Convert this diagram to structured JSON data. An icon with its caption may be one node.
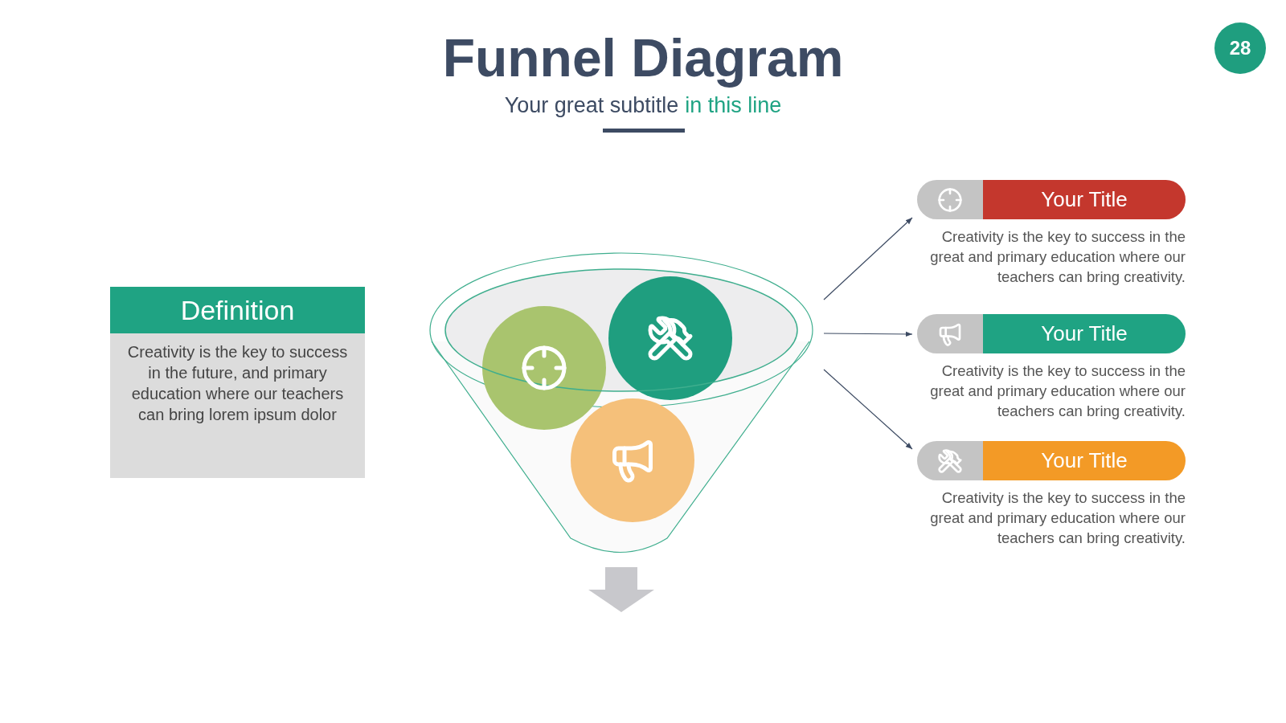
{
  "diagram": {
    "title": "Funnel Diagram",
    "nodes": [
      {
        "text": [
          "Definition",
          "Creativity is the key to success in the future, and primary education where our teachers can bring lorem ipsum dolor"
        ]
      },
      {
        "text": [],
        "shape": "funnel"
      },
      {
        "text": [
          "Your Title",
          "Creativity is the key to success in the great and primary education where our teachers can bring creativity."
        ]
      },
      {
        "text": [
          "Your Title",
          "Creativity is the key to success in the great and primary education where our teachers can bring creativity."
        ]
      },
      {
        "text": [
          "Your Title",
          "Creativity is the key to success in the great and primary education where our teachers can bring creativity."
        ]
      }
    ],
    "edges": [
      {
        "from": 1,
        "to": 2,
        "arrow": "to"
      },
      {
        "from": 1,
        "to": 3,
        "arrow": "to"
      },
      {
        "from": 1,
        "to": 4,
        "arrow": "to"
      },
      {
        "from": 1,
        "to": null,
        "arrow": "to",
        "style": "thick",
        "color": "#c8c8cc"
      }
    ],
    "labels": [
      "Your great subtitle",
      "in this line",
      "28"
    ]
  }
}
